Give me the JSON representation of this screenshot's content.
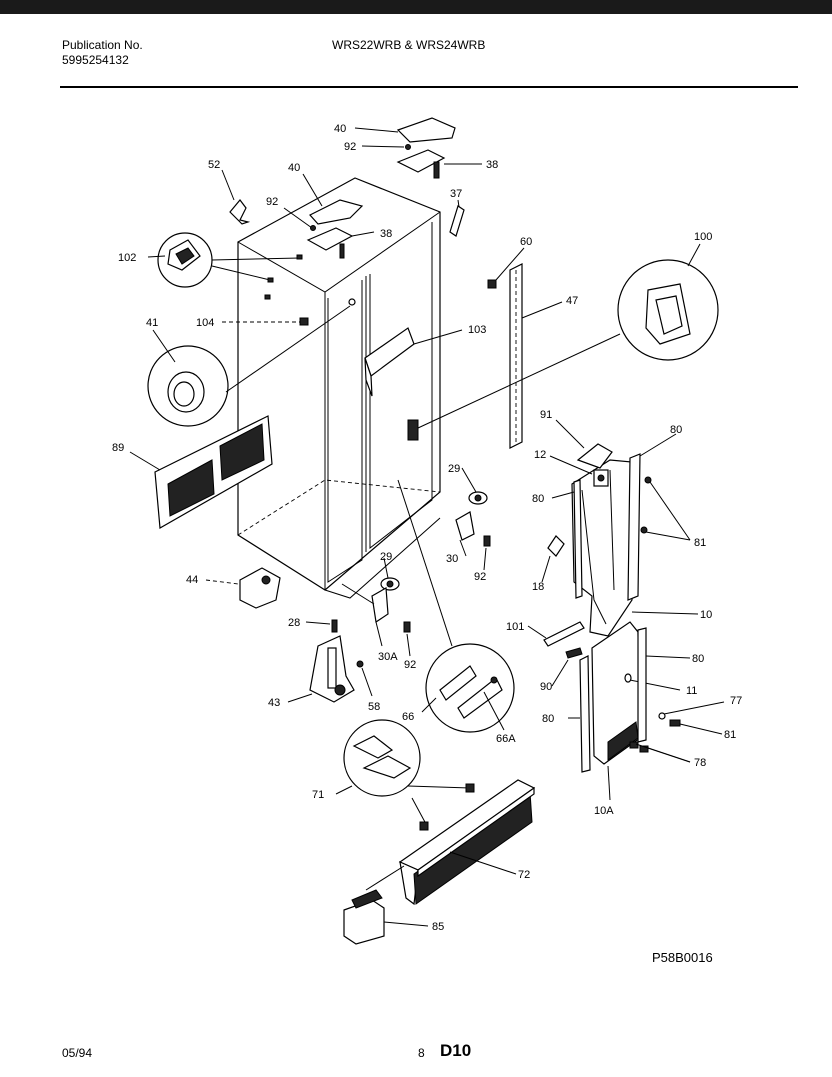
{
  "header": {
    "publication_label": "Publication No.",
    "publication_number": "5995254132",
    "models": "WRS22WRB & WRS24WRB"
  },
  "diagram": {
    "labels": {
      "l40a": "40",
      "l92a": "92",
      "l38a": "38",
      "l37": "37",
      "l52": "52",
      "l40b": "40",
      "l92b": "92",
      "l38b": "38",
      "l60": "60",
      "l47": "47",
      "l100": "100",
      "l102": "102",
      "l41": "41",
      "l104": "104",
      "l103": "103",
      "l89": "89",
      "l91": "91",
      "l12": "12",
      "l80a": "80",
      "l80b": "80",
      "l81a": "81",
      "l29a": "29",
      "l30a": "30",
      "l92c": "92",
      "l18": "18",
      "l44": "44",
      "l29b": "29",
      "l10": "10",
      "l101": "101",
      "l80c": "80",
      "l28": "28",
      "l30A": "30A",
      "l92d": "92",
      "l90": "90",
      "l11": "11",
      "l77": "77",
      "l43": "43",
      "l58": "58",
      "l66": "66",
      "l66A": "66A",
      "l80d": "80",
      "l81b": "81",
      "l78": "78",
      "l71": "71",
      "l10A": "10A",
      "l72": "72",
      "l85": "85"
    },
    "drawing_code": "P58B0016"
  },
  "footer": {
    "date": "05/94",
    "page": "8",
    "section": "D10"
  }
}
